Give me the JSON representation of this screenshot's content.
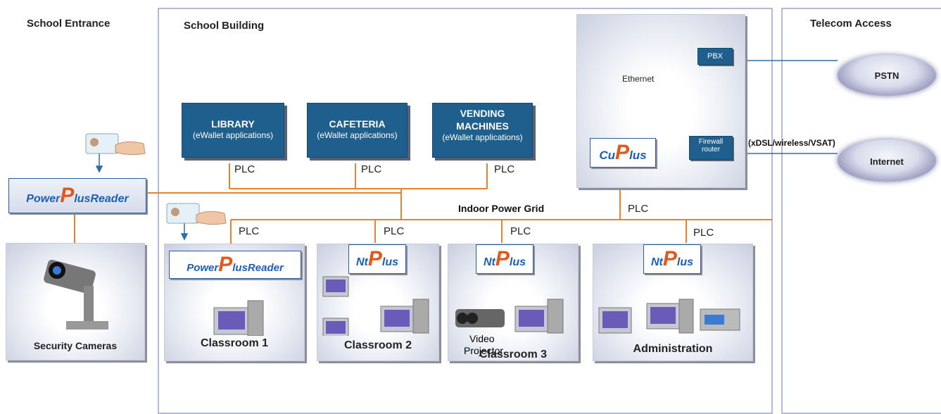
{
  "zones": {
    "school_entrance": "School Entrance",
    "school_building": "School Building",
    "telecom_access": "Telecom Access"
  },
  "apps": [
    {
      "title": "LIBRARY",
      "sub": "(eWallet applications)"
    },
    {
      "title": "CAFETERIA",
      "sub": "(eWallet applications)"
    },
    {
      "title": "VENDING",
      "title2": "MACHINES",
      "sub": "(eWallet applications)"
    }
  ],
  "plc": "PLC",
  "grid_label": "Indoor Power Grid",
  "ethernet": "Ethernet",
  "pbx": "PBX",
  "firewall": {
    "line1": "Firewall",
    "line2": "router"
  },
  "wan_label": "(xDSL/wireless/VSAT)",
  "clouds": {
    "pstn": "PSTN",
    "internet": "Internet"
  },
  "logos": {
    "reader_prefix": "Power",
    "reader_p": "P",
    "reader_suffix": "lus",
    "reader_word": "Reader",
    "nt_prefix": "Nt",
    "nt_p": "P",
    "nt_suffix": "lus",
    "cu_prefix": "Cu",
    "cu_p": "P",
    "cu_suffix": "lus"
  },
  "rooms": {
    "security": "Security Cameras",
    "classroom1": "Classroom  1",
    "classroom2": "Classroom  2",
    "classroom3": "Classroom  3",
    "admin": "Administration",
    "video_projector_1": "Video",
    "video_projector_2": "Projector"
  },
  "colors": {
    "power_line": "#e8822d",
    "link": "#2c6fa6",
    "box": "#1f5f8d",
    "zone_border": "#b4b9d8"
  }
}
